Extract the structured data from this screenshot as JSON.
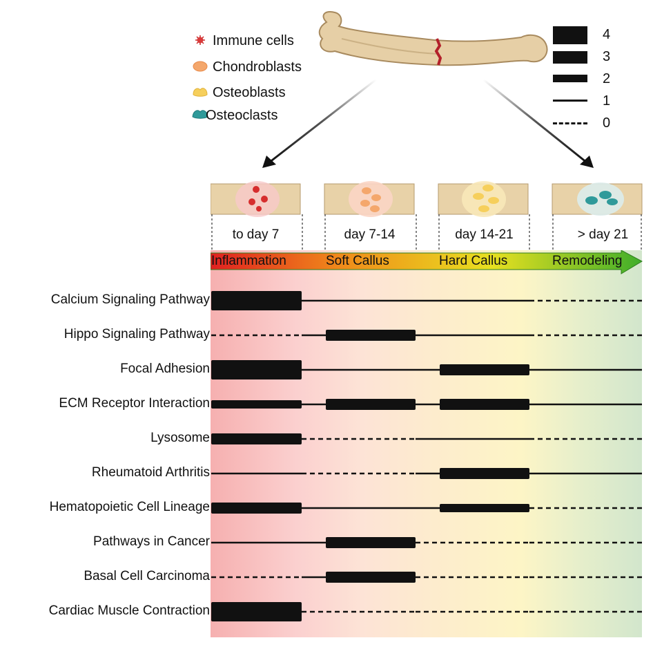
{
  "cell_legend": [
    {
      "label": "Immune cells",
      "icon": "immune-cell-icon",
      "color": "#d93a3a"
    },
    {
      "label": "Chondroblasts",
      "icon": "chondroblast-icon",
      "color": "#f2a66a"
    },
    {
      "label": "Osteoblasts",
      "icon": "osteoblast-icon",
      "color": "#f4cc55"
    },
    {
      "label": "Osteoclasts",
      "icon": "osteoclast-icon",
      "color": "#2f9a9a"
    }
  ],
  "level_legend": [
    "4",
    "3",
    "2",
    "1",
    "0"
  ],
  "periods": [
    "to day 7",
    "day 7-14",
    "day 14-21",
    "> day 21"
  ],
  "phases": [
    "Inflammation",
    "Soft Callus",
    "Hard Callus",
    "Remodeling"
  ],
  "phase_colors": [
    "#f4a8a8",
    "#fde2d2",
    "#fdf6c4",
    "#d5e8d0"
  ],
  "arrow_colors": [
    "#e02020",
    "#f08a1a",
    "#e8e020",
    "#3fae2a"
  ],
  "pathways": [
    {
      "name": "Calcium Signaling Pathway",
      "levels": [
        4,
        1,
        1,
        0
      ]
    },
    {
      "name": "Hippo Signaling Pathway",
      "levels": [
        0,
        3,
        1,
        0
      ]
    },
    {
      "name": "Focal Adhesion",
      "levels": [
        4,
        1,
        3,
        1
      ]
    },
    {
      "name": "ECM Receptor Interaction",
      "levels": [
        2,
        3,
        3,
        1
      ]
    },
    {
      "name": "Lysosome",
      "levels": [
        3,
        0,
        1,
        0
      ]
    },
    {
      "name": "Rheumatoid Arthritis",
      "levels": [
        1,
        0,
        3,
        1
      ]
    },
    {
      "name": "Hematopoietic Cell Lineage",
      "levels": [
        3,
        1,
        2,
        0
      ]
    },
    {
      "name": "Pathways in Cancer",
      "levels": [
        1,
        3,
        0,
        0
      ]
    },
    {
      "name": "Basal Cell Carcinoma",
      "levels": [
        0,
        3,
        0,
        0
      ]
    },
    {
      "name": "Cardiac Muscle Contraction",
      "levels": [
        4,
        0,
        0,
        0
      ]
    }
  ]
}
